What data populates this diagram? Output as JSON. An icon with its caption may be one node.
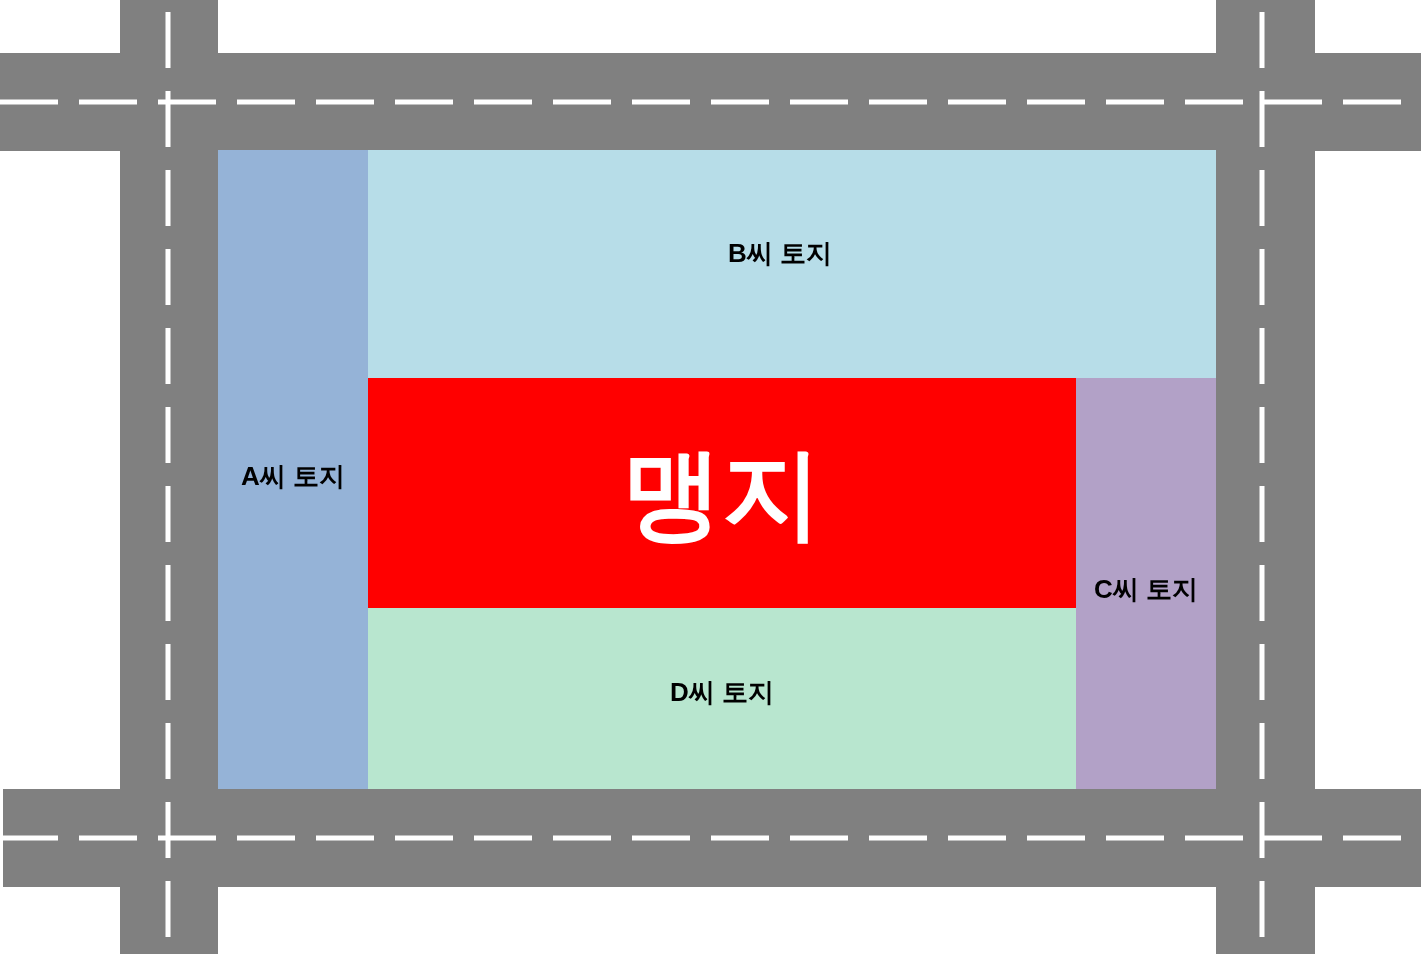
{
  "diagram": {
    "nodes": [
      {
        "text": [
          "B씨 토지"
        ]
      },
      {
        "text": [
          "A씨 토지"
        ]
      },
      {
        "text": [
          "맹지"
        ]
      },
      {
        "text": [
          "C씨 토지"
        ]
      },
      {
        "text": [
          "D씨 토지"
        ]
      }
    ]
  }
}
